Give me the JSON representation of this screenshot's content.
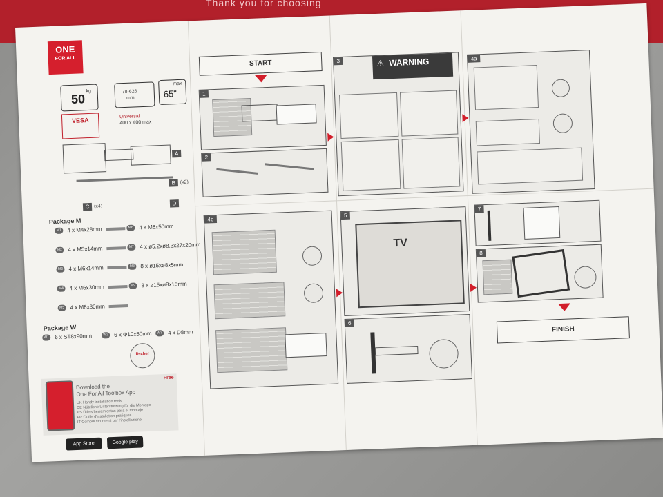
{
  "box": {
    "text": "Thank you for choosing"
  },
  "brand": {
    "logo_line1": "ONE",
    "logo_line2": "FOR ALL"
  },
  "specs": {
    "weight_value": "50",
    "weight_unit": "kg",
    "size_range": "78-626",
    "size_unit": "mm",
    "vesa_label": "VESA",
    "vesa_note1": "Universal",
    "vesa_note2": "400 x 400 max",
    "max_label": "max",
    "max_value": "65\""
  },
  "hardware": {
    "qty_b": "(x2)",
    "qty_c": "(x4)",
    "package_m": "Package M",
    "package_w": "Package W",
    "items_m_left": [
      "4 x M4x28mm",
      "4 x M5x14mm",
      "4 x M6x14mm",
      "4 x M6x30mm",
      "4 x M8x30mm"
    ],
    "items_m_right": [
      "4 x M8x50mm",
      "4 x ø5.2xø8.3x27x20mm",
      "8 x ø15xø8x5mm",
      "8 x ø15xø8x15mm"
    ],
    "items_w": [
      "6 x ST8x90mm",
      "6 x Φ10x50mm",
      "4 x D8mm"
    ],
    "fischer": "fischer"
  },
  "app": {
    "free": "Free",
    "title1": "Download the",
    "title2": "One For All Toolbox App",
    "lines": [
      "UK Handy installation tools",
      "DE Nützliche Unterstützung für die Montage",
      "ES Útiles herramientas para el montaje",
      "FR Outils d'installation pratiques",
      "IT Comodi strumenti per l'installazione"
    ],
    "appstore": "App Store",
    "googleplay": "Google play"
  },
  "steps": {
    "start": "START",
    "finish": "FINISH",
    "warning": "WARNING",
    "tv": "TV",
    "labels": [
      "1",
      "2",
      "3",
      "4a",
      "4b",
      "5",
      "6",
      "7",
      "8"
    ]
  },
  "colors": {
    "brand_red": "#d51f2d",
    "box_red": "#b2202b"
  }
}
